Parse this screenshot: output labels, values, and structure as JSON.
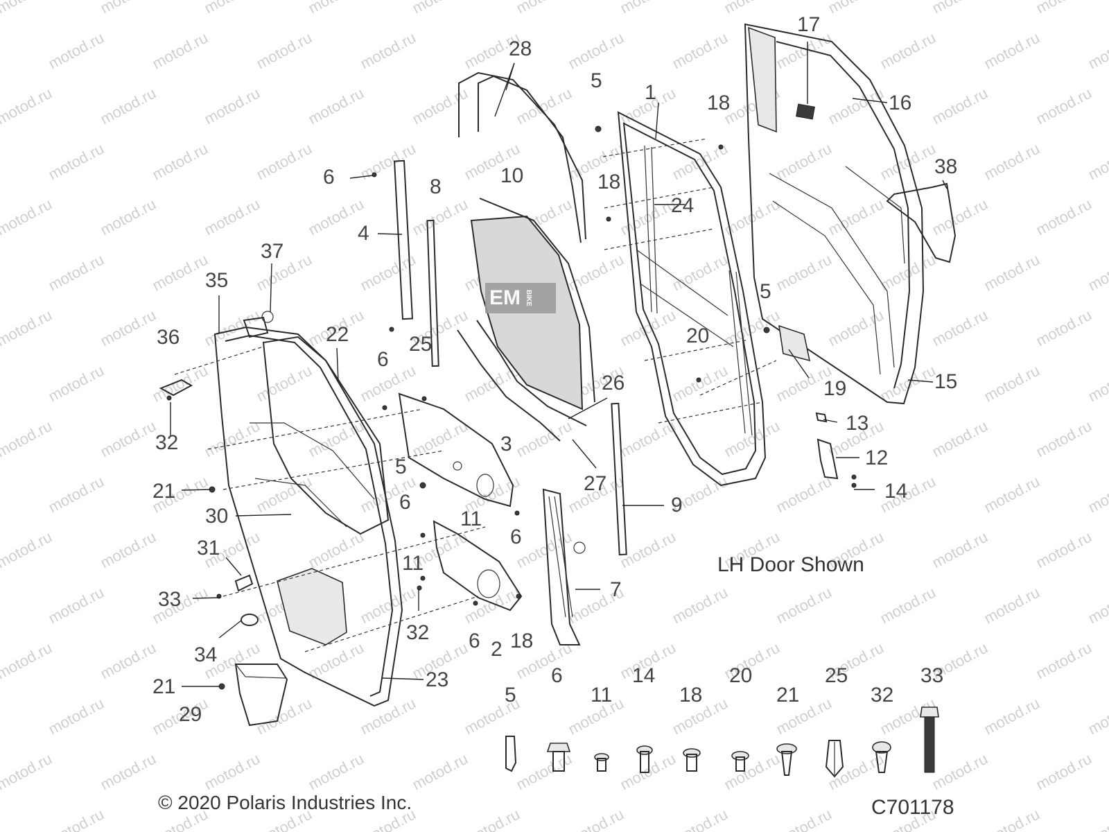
{
  "watermark": "motod.ru",
  "note": "LH Door Shown",
  "copyright": "© 2020 Polaris Industries Inc.",
  "drawing_number": "C701178",
  "stamp": {
    "text": "EM",
    "sub": "BIKE"
  },
  "callouts": [
    "1",
    "2",
    "3",
    "4",
    "5",
    "5",
    "5",
    "6",
    "6",
    "6",
    "6",
    "6",
    "7",
    "8",
    "9",
    "10",
    "11",
    "11",
    "12",
    "13",
    "14",
    "15",
    "16",
    "17",
    "18",
    "18",
    "18",
    "19",
    "20",
    "21",
    "21",
    "22",
    "23",
    "24",
    "25",
    "26",
    "27",
    "28",
    "29",
    "30",
    "31",
    "32",
    "32",
    "33",
    "34",
    "35",
    "36",
    "37",
    "38"
  ],
  "hardware_legend": [
    {
      "number": "5",
      "icon": "clip-nut-icon"
    },
    {
      "number": "6",
      "icon": "hex-flange-bolt-icon"
    },
    {
      "number": "11",
      "icon": "short-screw-icon"
    },
    {
      "number": "14",
      "icon": "pan-screw-icon"
    },
    {
      "number": "18",
      "icon": "torx-screw-icon"
    },
    {
      "number": "20",
      "icon": "push-rivet-icon"
    },
    {
      "number": "21",
      "icon": "washer-screw-icon"
    },
    {
      "number": "25",
      "icon": "spring-clip-icon"
    },
    {
      "number": "32",
      "icon": "phillips-screw-icon"
    },
    {
      "number": "33",
      "icon": "long-bolt-icon"
    }
  ]
}
